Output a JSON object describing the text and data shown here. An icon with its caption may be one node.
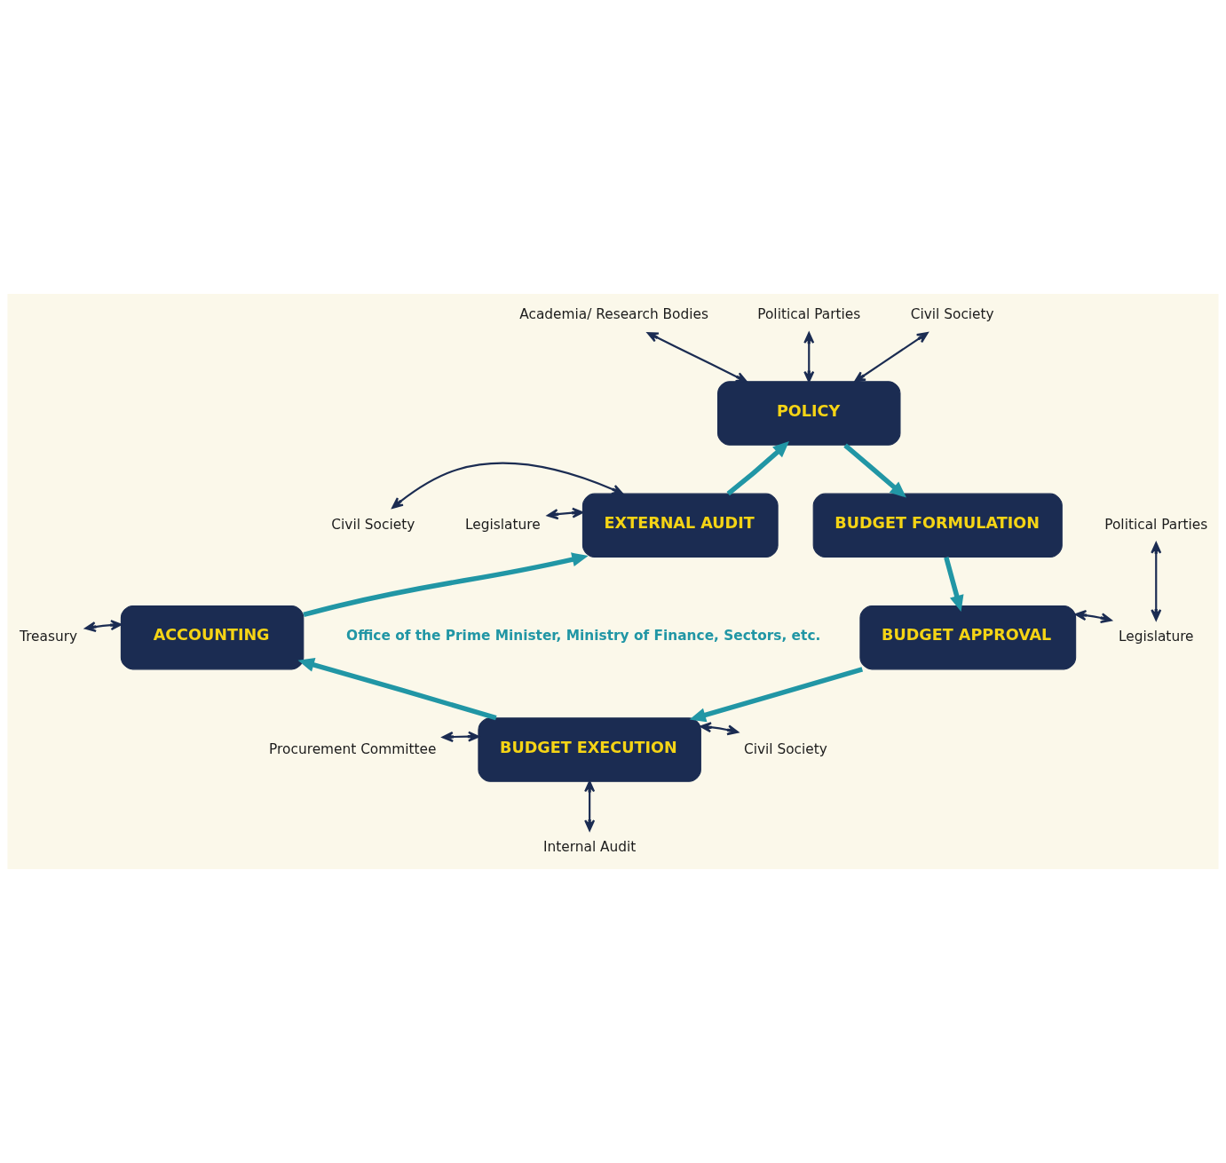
{
  "diagram": {
    "nodes": [
      {
        "text": [
          "POLICY"
        ]
      },
      {
        "text": [
          "BUDGET FORMULATION"
        ]
      },
      {
        "text": [
          "BUDGET APPROVAL"
        ]
      },
      {
        "text": [
          "BUDGET EXECUTION"
        ]
      },
      {
        "text": [
          "ACCOUNTING"
        ]
      },
      {
        "text": [
          "EXTERNAL AUDIT"
        ]
      },
      {
        "text": [
          "Political Parties"
        ]
      },
      {
        "text": [
          "Academia/ Research Bodies"
        ]
      },
      {
        "text": [
          "Civil Society"
        ]
      },
      {
        "text": [
          "Civil Society"
        ]
      },
      {
        "text": [
          "Legislature"
        ]
      },
      {
        "text": [
          "Political Parties"
        ]
      },
      {
        "text": [
          "Legislature"
        ]
      },
      {
        "text": [
          "Treasury"
        ]
      },
      {
        "text": [
          "Procurement Committee"
        ]
      },
      {
        "text": [
          "Civil Society"
        ]
      },
      {
        "text": [
          "Internal Audit"
        ]
      }
    ],
    "edges": [
      {
        "from": 0,
        "to": 1,
        "arrow": "to",
        "style": "thick",
        "color": "#2196a5"
      },
      {
        "from": 1,
        "to": 2,
        "arrow": "to",
        "style": "thick",
        "color": "#2196a5"
      },
      {
        "from": 2,
        "to": 3,
        "arrow": "to",
        "style": "thick",
        "color": "#2196a5"
      },
      {
        "from": 3,
        "to": 4,
        "arrow": "to",
        "style": "thick",
        "color": "#2196a5"
      },
      {
        "from": 4,
        "to": 5,
        "arrow": "to",
        "style": "thick",
        "color": "#2196a5"
      },
      {
        "from": 5,
        "to": 0,
        "arrow": "to",
        "style": "thick",
        "color": "#2196a5"
      },
      {
        "from": 6,
        "to": 0,
        "arrow": "both"
      },
      {
        "from": 7,
        "to": 0,
        "arrow": "both"
      },
      {
        "from": 8,
        "to": 0,
        "arrow": "both"
      },
      {
        "from": 9,
        "to": 5,
        "arrow": "both"
      },
      {
        "from": 10,
        "to": 5,
        "arrow": "both"
      },
      {
        "from": 11,
        "to": 12,
        "arrow": "both"
      },
      {
        "from": 2,
        "to": 12,
        "arrow": "both"
      },
      {
        "from": 13,
        "to": 4,
        "arrow": "both"
      },
      {
        "from": 14,
        "to": 3,
        "arrow": "both"
      },
      {
        "from": 3,
        "to": 15,
        "arrow": "both"
      },
      {
        "from": 3,
        "to": 16,
        "arrow": "both"
      }
    ],
    "labels": [
      "Office of the Prime Minister, Ministry of Finance, Sectors, etc."
    ]
  }
}
